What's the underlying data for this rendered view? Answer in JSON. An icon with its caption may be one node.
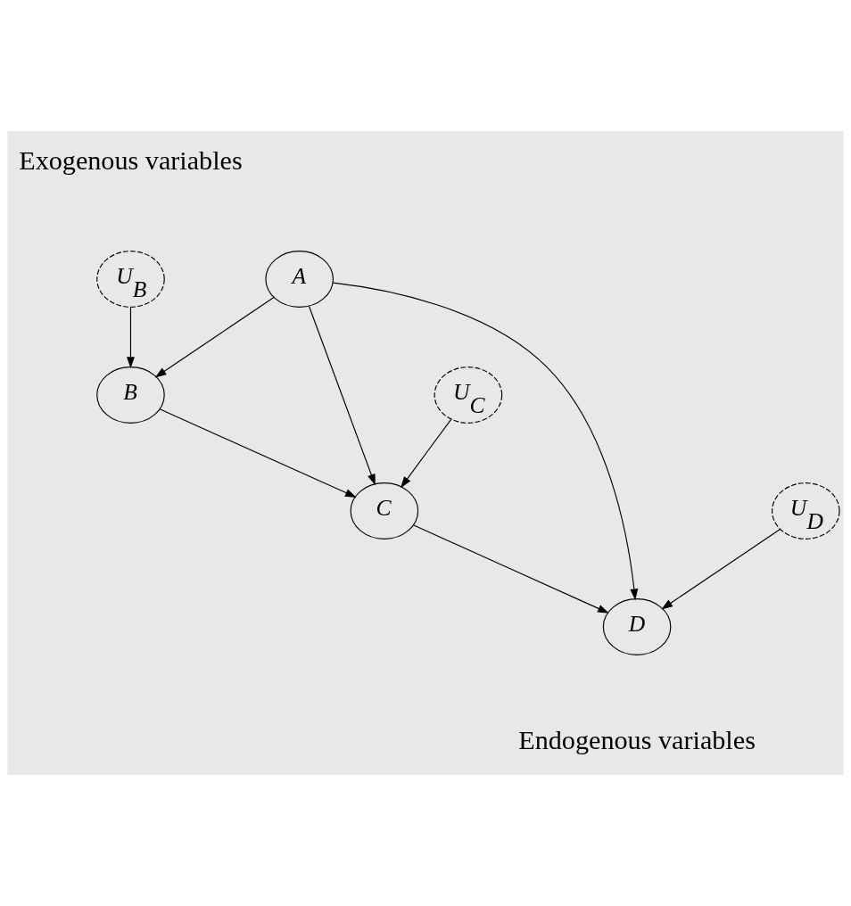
{
  "diagram": {
    "nodes": [
      {
        "text": [
          "A"
        ]
      },
      {
        "text": [
          "U$_{B}$"
        ]
      },
      {
        "text": [
          "B"
        ]
      },
      {
        "text": [
          "U$_{C}$"
        ]
      },
      {
        "text": [
          "C"
        ]
      },
      {
        "text": [
          "U$_{D}$"
        ]
      },
      {
        "text": [
          "D"
        ]
      }
    ],
    "edges": [
      {
        "from": 0,
        "to": 2,
        "arrow": "to"
      },
      {
        "from": 1,
        "to": 2,
        "arrow": "to"
      },
      {
        "from": 0,
        "to": 4,
        "arrow": "to"
      },
      {
        "from": 2,
        "to": 4,
        "arrow": "to"
      },
      {
        "from": 3,
        "to": 4,
        "arrow": "to"
      },
      {
        "from": 0,
        "to": 6,
        "arrow": "to"
      },
      {
        "from": 4,
        "to": 6,
        "arrow": "to"
      },
      {
        "from": 5,
        "to": 6,
        "arrow": "to"
      }
    ],
    "labels": [
      "Exogenous variables",
      "Endogenous variables"
    ]
  }
}
